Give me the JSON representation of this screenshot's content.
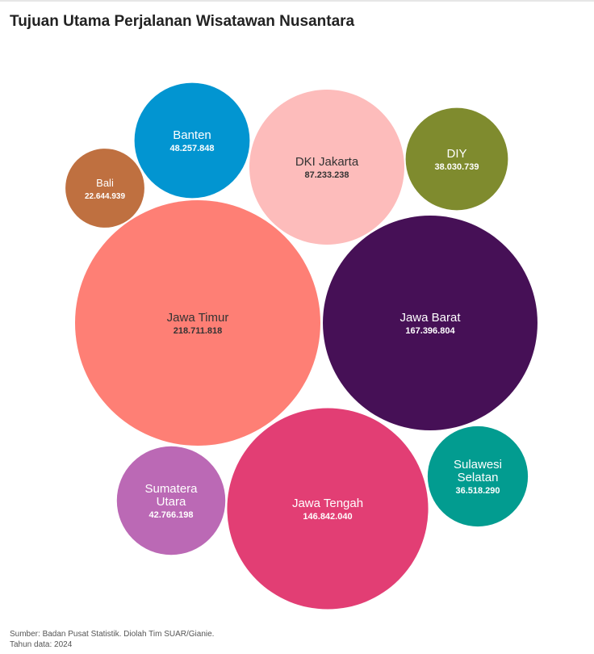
{
  "chart_data": {
    "type": "bubble",
    "title": "Tujuan Utama Perjalanan Wisatawan Nusantara",
    "items": [
      {
        "label": "Bali",
        "value_label": "22.644.939",
        "value": 22644939,
        "color": "#bf7040",
        "text_color": "#ffffff"
      },
      {
        "label": "Banten",
        "value_label": "48.257.848",
        "value": 48257848,
        "color": "#0295d1",
        "text_color": "#ffffff"
      },
      {
        "label": "DKI Jakarta",
        "value_label": "87.233.238",
        "value": 87233238,
        "color": "#fdbcbb",
        "text_color": "#333333"
      },
      {
        "label": "DIY",
        "value_label": "38.030.739",
        "value": 38030739,
        "color": "#7f8b2e",
        "text_color": "#ffffff"
      },
      {
        "label": "Jawa Timur",
        "value_label": "218.711.818",
        "value": 218711818,
        "color": "#fe7f75",
        "text_color": "#333333"
      },
      {
        "label": "Jawa Barat",
        "value_label": "167.396.804",
        "value": 167396804,
        "color": "#461056",
        "text_color": "#ffffff"
      },
      {
        "label": "Sumatera Utara",
        "value_label": "42.766.198",
        "value": 42766198,
        "color": "#bb69b5",
        "text_color": "#ffffff"
      },
      {
        "label": "Jawa Tengah",
        "value_label": "146.842.040",
        "value": 146842040,
        "color": "#e23e74",
        "text_color": "#ffffff"
      },
      {
        "label": "Sulawesi Selatan",
        "value_label": "36.518.290",
        "value": 36518290,
        "color": "#029c90",
        "text_color": "#ffffff"
      }
    ]
  },
  "footer": {
    "source": "Sumber: Badan Pusat Statistik. Diolah Tim SUAR/Gianie.",
    "year": "Tahun data: 2024"
  }
}
